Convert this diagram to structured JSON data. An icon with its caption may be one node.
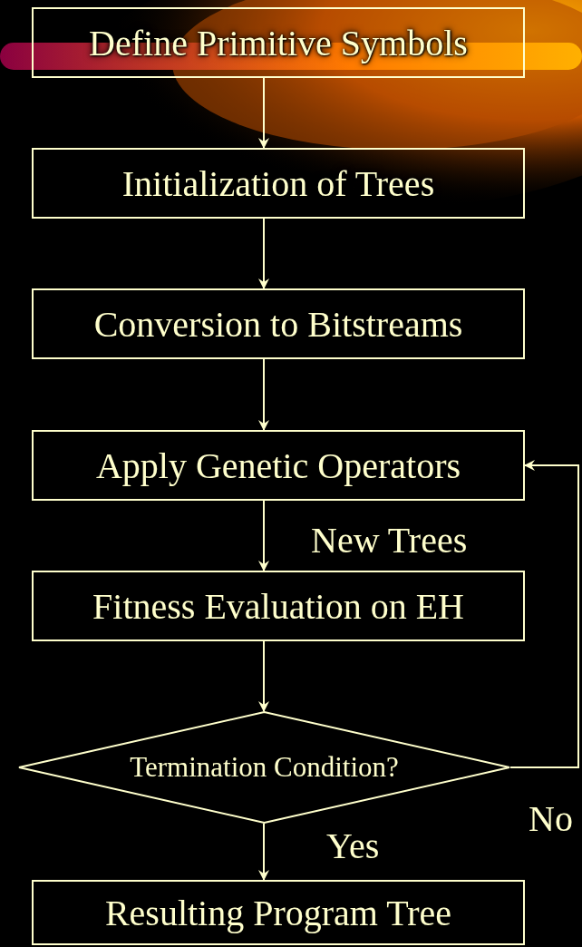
{
  "diagram": {
    "nodes": [
      {
        "text": [
          "Define Primitive Symbols"
        ]
      },
      {
        "text": [
          "Initialization of Trees"
        ]
      },
      {
        "text": [
          "Conversion to Bitstreams"
        ]
      },
      {
        "text": [
          "Apply Genetic Operators"
        ]
      },
      {
        "text": [
          "Fitness Evaluation on EH"
        ]
      },
      {
        "text": [
          "Termination Condition?"
        ]
      },
      {
        "text": [
          "Resulting Program Tree"
        ]
      }
    ],
    "edges": [
      {
        "from": 0,
        "to": 1,
        "arrow": "to"
      },
      {
        "from": 1,
        "to": 2,
        "arrow": "to"
      },
      {
        "from": 2,
        "to": 3,
        "arrow": "to"
      },
      {
        "from": 3,
        "to": 4,
        "arrow": "to",
        "label": "New Trees"
      },
      {
        "from": 4,
        "to": 5,
        "arrow": "to"
      },
      {
        "from": 5,
        "to": 6,
        "arrow": "to",
        "label": "Yes"
      },
      {
        "from": 5,
        "to": 3,
        "arrow": "to",
        "label": "No"
      }
    ]
  }
}
